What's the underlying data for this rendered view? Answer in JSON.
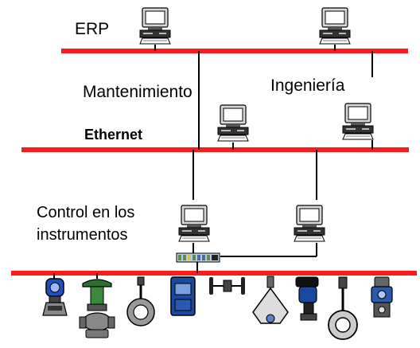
{
  "networks": {
    "erp": "ERP",
    "mantenimiento": "Mantenimiento",
    "ingenieria": "Ingeniería",
    "ethernet": "Ethernet",
    "control_line1": "Control en los",
    "control_line2": "instrumentos"
  },
  "colors": {
    "bus": "#ff1a1a",
    "link": "#000000",
    "monitor_frame": "#d8d8d8",
    "screen": "#ffffff",
    "chassis": "#222222",
    "controller": "#b8cfe0"
  },
  "icons": [
    "workstation-icon",
    "plc-controller-icon",
    "transmitter-icon",
    "control-valve-icon",
    "flowmeter-icon",
    "analyzer-icon",
    "orifice-plate-icon",
    "load-cell-icon"
  ]
}
